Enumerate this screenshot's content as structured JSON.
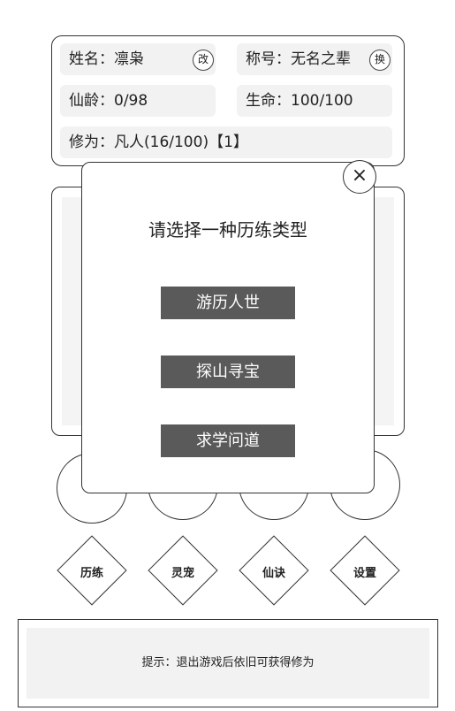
{
  "info": {
    "name_label": "姓名：凛枭",
    "rename_button": "改",
    "title_label": "称号：无名之辈",
    "change_button": "换",
    "age_label": "仙龄：0/98",
    "life_label": "生命：100/100",
    "cultivation_label": "修为：凡人(16/100)【1】"
  },
  "modal": {
    "close_label": "×",
    "title": "请选择一种历练类型",
    "options": [
      "游历人世",
      "探山寻宝",
      "求学问道"
    ]
  },
  "nav": [
    "历练",
    "灵宠",
    "仙诀",
    "设置"
  ],
  "tip": "提示：退出游戏后依旧可获得修为"
}
